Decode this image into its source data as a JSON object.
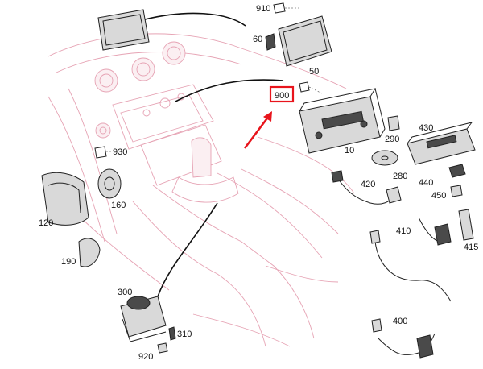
{
  "parts": [
    {
      "id": "p910",
      "text": "910"
    },
    {
      "id": "p60",
      "text": "60"
    },
    {
      "id": "p50",
      "text": "50"
    },
    {
      "id": "p900",
      "text": "900"
    },
    {
      "id": "p10",
      "text": "10"
    },
    {
      "id": "p430",
      "text": "430"
    },
    {
      "id": "p290",
      "text": "290"
    },
    {
      "id": "p280",
      "text": "280"
    },
    {
      "id": "p440",
      "text": "440"
    },
    {
      "id": "p450",
      "text": "450"
    },
    {
      "id": "p420",
      "text": "420"
    },
    {
      "id": "p410",
      "text": "410"
    },
    {
      "id": "p415",
      "text": "415"
    },
    {
      "id": "p400",
      "text": "400"
    },
    {
      "id": "p930",
      "text": "930"
    },
    {
      "id": "p160",
      "text": "160"
    },
    {
      "id": "p120",
      "text": "120"
    },
    {
      "id": "p190",
      "text": "190"
    },
    {
      "id": "p300",
      "text": "300"
    },
    {
      "id": "p310",
      "text": "310"
    },
    {
      "id": "p920",
      "text": "920"
    }
  ],
  "highlight": {
    "part": "900",
    "box_color": "#e8141c",
    "arrow_color": "#e8141c"
  },
  "colors": {
    "interior_outline": "#e6a3b4",
    "leader_line": "#111111"
  }
}
